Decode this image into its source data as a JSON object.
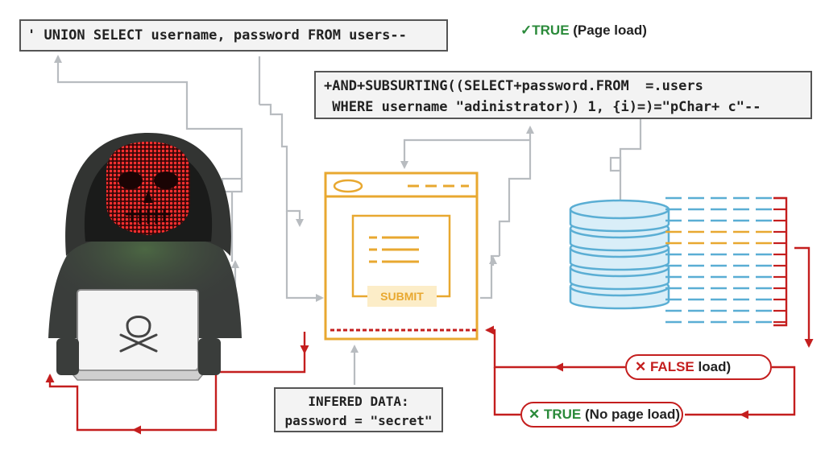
{
  "payloads": {
    "union_select": "' UNION SELECT username, password FROM users--",
    "substring_line1": "+AND+SUBSURTING((SELECT+password.FROM  =.users",
    "substring_line2": " WHERE username \"adinistrator)) 1, {i)=)=\"pChar+ c\"--"
  },
  "status": {
    "true_page_load": {
      "symbol": "✓",
      "word": "TRUE",
      "detail": "(Page load)"
    },
    "false_load": {
      "symbol": "✕",
      "word": "FALSE",
      "detail": "load)"
    },
    "true_no_page_load": {
      "symbol": "✕",
      "word": "TRUE",
      "detail": "(No page load)"
    }
  },
  "form": {
    "submit_label": "SUBMIT"
  },
  "inferred": {
    "line1": "INFERED DATA:",
    "line2": "password = \"secret\""
  },
  "icons": [
    "hooded-hacker-icon",
    "skull-face-icon",
    "skull-crossbones-icon",
    "laptop-icon",
    "web-form-icon",
    "database-icon",
    "data-table-icon",
    "check-icon",
    "cross-icon"
  ],
  "colors": {
    "accent_red": "#c41e1e",
    "form_orange": "#e8a830",
    "db_blue": "#5aaed4",
    "true_green": "#2a8a3a",
    "connector_gray": "#b8bcc0"
  }
}
